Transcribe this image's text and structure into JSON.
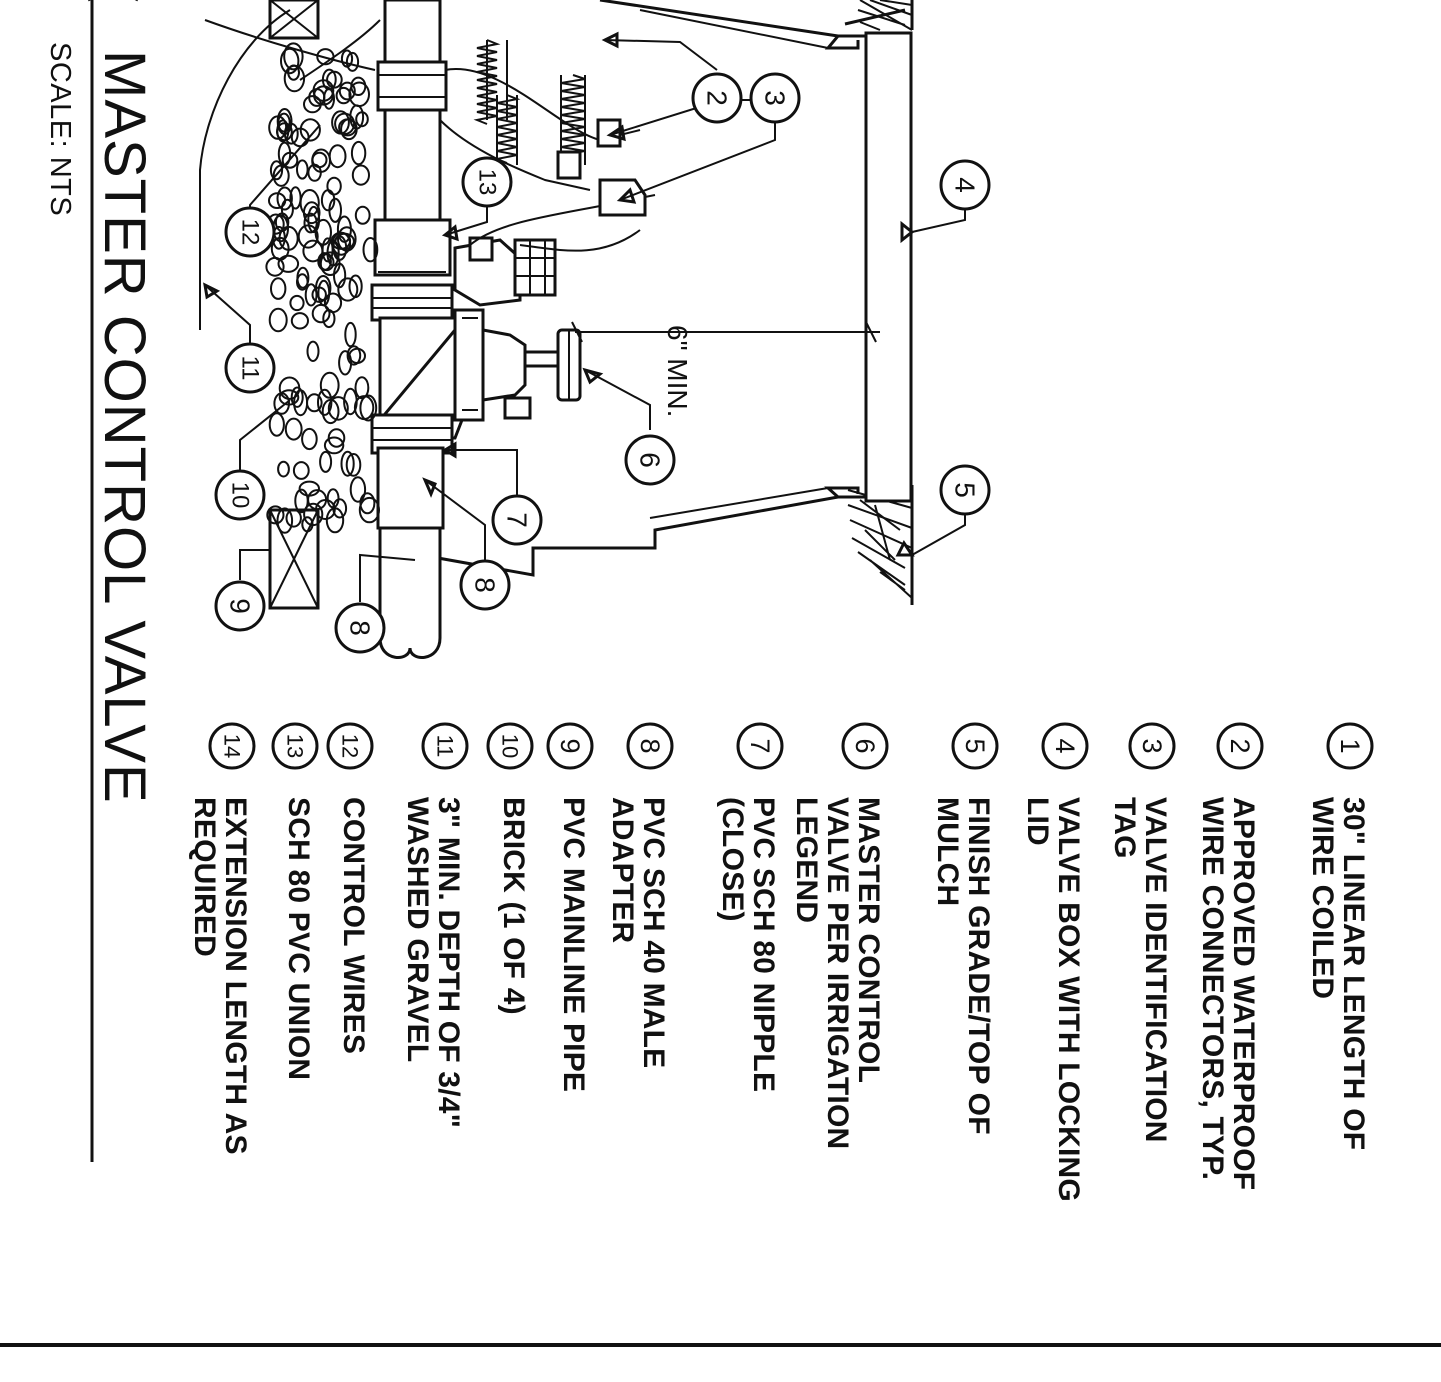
{
  "drawing": {
    "title": "MASTER CONTROL VALVE",
    "scale": "SCALE: NTS",
    "dimension": "6\" MIN."
  },
  "legend": [
    {
      "num": "1",
      "lines": [
        "30\" LINEAR LENGTH OF",
        "WIRE COILED"
      ]
    },
    {
      "num": "2",
      "lines": [
        "APPROVED WATERPROOF",
        "WIRE CONNECTORS, TYP."
      ]
    },
    {
      "num": "3",
      "lines": [
        "VALVE IDENTIFICATION",
        "TAG"
      ]
    },
    {
      "num": "4",
      "lines": [
        "VALVE BOX WITH LOCKING",
        "LID"
      ]
    },
    {
      "num": "5",
      "lines": [
        "FINISH GRADE/TOP OF",
        "MULCH"
      ]
    },
    {
      "num": "6",
      "lines": [
        "MASTER CONTROL",
        "VALVE PER IRRIGATION",
        "LEGEND"
      ]
    },
    {
      "num": "7",
      "lines": [
        "PVC SCH 80 NIPPLE",
        "(CLOSE)"
      ]
    },
    {
      "num": "8",
      "lines": [
        "PVC SCH 40 MALE",
        "ADAPTER"
      ]
    },
    {
      "num": "9",
      "lines": [
        "PVC MAINLINE PIPE"
      ]
    },
    {
      "num": "10",
      "lines": [
        "BRICK (1 OF 4)"
      ]
    },
    {
      "num": "11",
      "lines": [
        "3\" MIN. DEPTH OF 3/4\"",
        "WASHED GRAVEL"
      ]
    },
    {
      "num": "12",
      "lines": [
        "CONTROL WIRES"
      ]
    },
    {
      "num": "13",
      "lines": [
        "SCH 80 PVC UNION"
      ]
    },
    {
      "num": "14",
      "lines": [
        "EXTENSION LENGTH AS",
        "REQUIRED"
      ]
    }
  ],
  "callouts": [
    "2",
    "3",
    "4",
    "5",
    "6",
    "7",
    "8",
    "8",
    "9",
    "10",
    "11",
    "12",
    "13"
  ]
}
